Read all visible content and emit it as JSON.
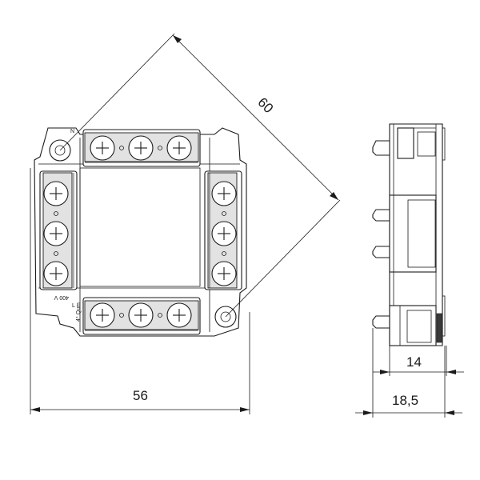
{
  "dimensions": {
    "diagonal": "60",
    "width": "56",
    "depth_inner": "14",
    "depth_total": "18,5"
  },
  "markings": {
    "terminal_n": "N",
    "voltage": "400 V",
    "cross_section": "4° Qum",
    "terminal_l": "L"
  },
  "colors": {
    "line": "#1a1a1a",
    "terminal_fill": "#e2e2e2",
    "dark_fill": "#3a3a3a"
  }
}
